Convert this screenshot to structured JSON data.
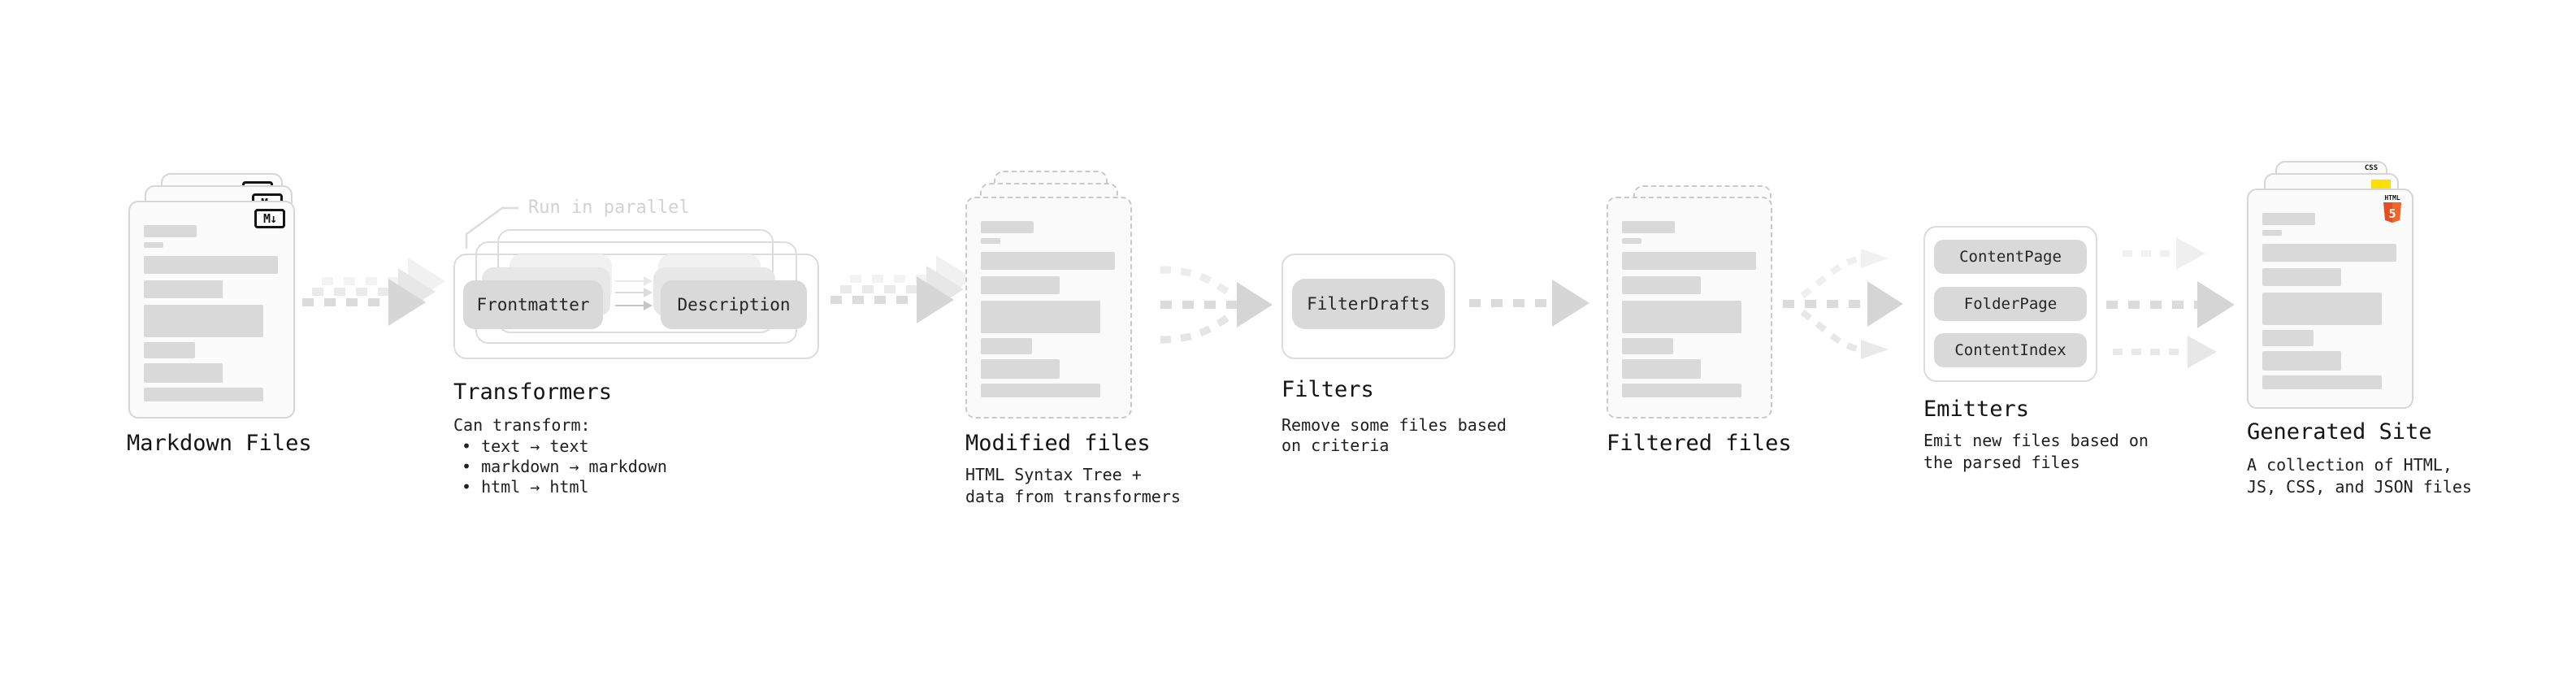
{
  "annotation": {
    "run_in_parallel": "Run in parallel"
  },
  "stages": {
    "markdown": {
      "label": "Markdown Files",
      "badge": "M↓"
    },
    "transformers": {
      "label": "Transformers",
      "nodes": {
        "frontmatter": "Frontmatter",
        "description": "Description"
      },
      "desc_title": "Can transform:",
      "bullets": [
        "• text → text",
        "• markdown → markdown",
        "• html → html"
      ]
    },
    "modified": {
      "label": "Modified files",
      "desc": [
        "HTML Syntax Tree +",
        "data from transformers"
      ]
    },
    "filters": {
      "label": "Filters",
      "node": "FilterDrafts",
      "desc": [
        "Remove some files based",
        "on criteria"
      ]
    },
    "filtered": {
      "label": "Filtered files"
    },
    "emitters": {
      "label": "Emitters",
      "nodes": [
        "ContentPage",
        "FolderPage",
        "ContentIndex"
      ],
      "desc": [
        "Emit new files based on",
        "the parsed files"
      ]
    },
    "generated": {
      "label": "Generated Site",
      "desc": [
        "A collection of HTML,",
        "JS, CSS, and JSON files"
      ],
      "badges": {
        "css": "CSS",
        "html_word": "HTML",
        "html_num": "5"
      }
    }
  },
  "colors": {
    "css_blue": "#2e6be5",
    "js_yellow": "#ffdf00",
    "html_orange": "#e44d26",
    "html_orange_light": "#f16529"
  }
}
